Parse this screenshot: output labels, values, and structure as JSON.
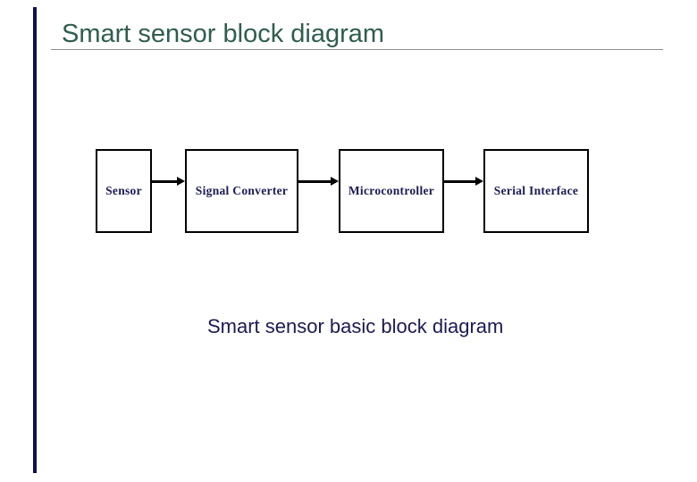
{
  "page": {
    "background_color": "#ffffff",
    "accent_bar_color": "#10104a"
  },
  "title": {
    "text": "Smart sensor block diagram",
    "color": "#2f5d4e",
    "underline_color": "#8c8c8c"
  },
  "diagram": {
    "blocks": [
      {
        "label": "Sensor"
      },
      {
        "label": "Signal Converter"
      },
      {
        "label": "Microcontroller"
      },
      {
        "label": "Serial Interface"
      }
    ],
    "label_color": "#1c1a55",
    "box_border_color": "#000000",
    "box_fill_color": "#ffffff",
    "arrow_color": "#000000",
    "flow": "left-to-right"
  },
  "caption": {
    "text": "Smart sensor basic block diagram",
    "color": "#1c1a55"
  }
}
